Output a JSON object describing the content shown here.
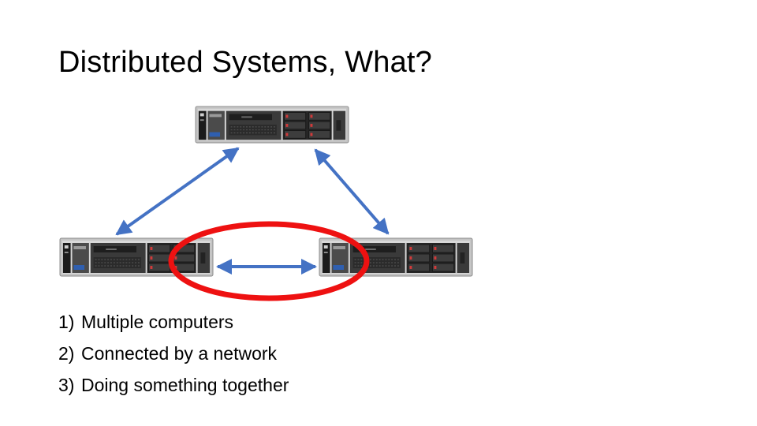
{
  "slide": {
    "title": "Distributed Systems, What?",
    "points": [
      {
        "num": "1)",
        "text": "Multiple computers"
      },
      {
        "num": "2)",
        "text": "Connected by a network"
      },
      {
        "num": "3)",
        "text": "Doing something together"
      }
    ]
  },
  "diagram": {
    "nodes": [
      {
        "name": "server-top",
        "icon": "rack-server-icon"
      },
      {
        "name": "server-bottom-left",
        "icon": "rack-server-icon"
      },
      {
        "name": "server-bottom-right",
        "icon": "rack-server-icon"
      }
    ],
    "links": [
      {
        "from": "server-top",
        "to": "server-bottom-left"
      },
      {
        "from": "server-top",
        "to": "server-bottom-right"
      },
      {
        "from": "server-bottom-left",
        "to": "server-bottom-right",
        "highlighted": true
      }
    ],
    "colors": {
      "arrow": "#4472c4",
      "highlight": "#ee1111",
      "chassis": "#bfbfbf",
      "faceplate": "#2a2a2a"
    }
  }
}
